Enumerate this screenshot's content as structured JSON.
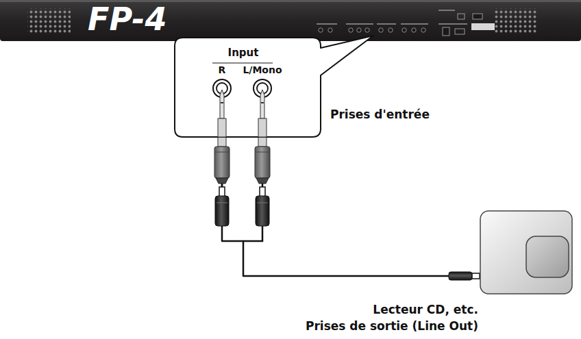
{
  "diagram": {
    "nodes": [
      {
        "text": [
          "FP-4"
        ]
      },
      {
        "text": [
          "Input",
          "R",
          "L/Mono"
        ]
      },
      {
        "text": [
          "Lecteur CD, etc.",
          "Prises de sortie (Line Out)"
        ]
      }
    ],
    "edges": [
      {
        "from": 2,
        "to": 1,
        "arrow": "none"
      }
    ],
    "labels": [
      "Prises d'entrée"
    ]
  }
}
